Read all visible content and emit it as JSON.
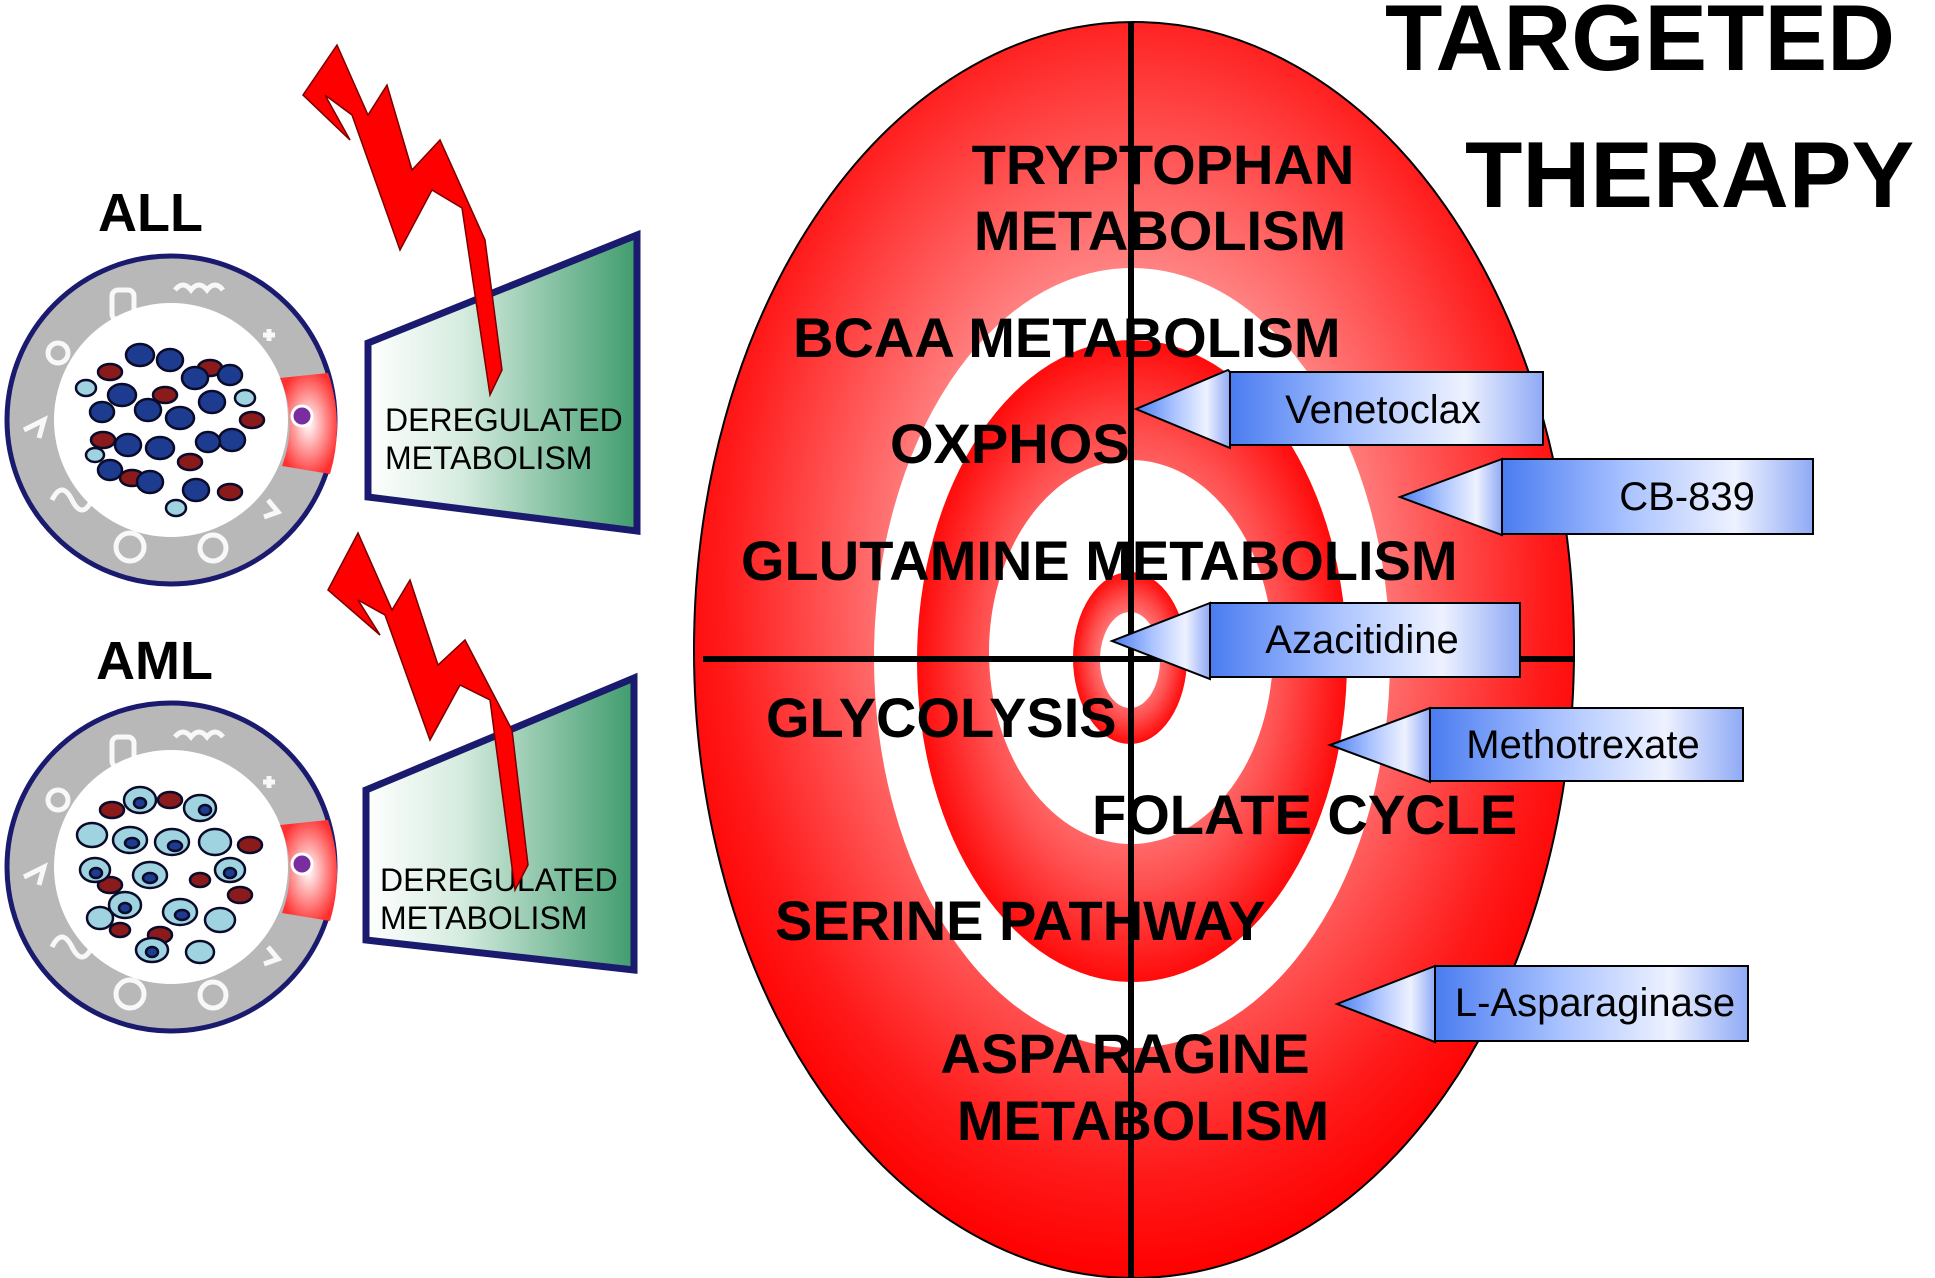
{
  "title": {
    "line1": "TARGETED",
    "line2": "THERAPY"
  },
  "cell_groups": [
    {
      "label": "ALL",
      "box_line1": "DEREGULATED",
      "box_line2": "METABOLISM"
    },
    {
      "label": "AML",
      "box_line1": "DEREGULATED",
      "box_line2": "METABOLISM"
    }
  ],
  "target_labels": {
    "tryptophan_line1": "TRYPTOPHAN",
    "tryptophan_line2": "METABOLISM",
    "bcaa": "BCAA METABOLISM",
    "oxphos": "OXPHOS",
    "glutamine": "GLUTAMINE METABOLISM",
    "glycolysis": "GLYCOLYSIS",
    "folate": "FOLATE CYCLE",
    "serine": "SERINE PATHWAY",
    "asparagine_line1": "ASPARAGINE",
    "asparagine_line2": "METABOLISM"
  },
  "drugs": [
    {
      "name": "Venetoclax"
    },
    {
      "name": "CB-839"
    },
    {
      "name": "Azacitidine"
    },
    {
      "name": "Methotrexate"
    },
    {
      "name": "L-Asparaginase"
    }
  ],
  "colors": {
    "target_red": "#ff1010",
    "target_light": "#ffd0d0",
    "bolt_red": "#ff0000",
    "box_green": "#3f9c6d",
    "box_border": "#1a1a6e",
    "arrow_blue": "#5c8cf5",
    "cell_dark_blue": "#1d3c8f",
    "cell_light_blue": "#9fd3df",
    "cell_red": "#8b1a1a",
    "ring_grey": "#b8b8b8"
  }
}
